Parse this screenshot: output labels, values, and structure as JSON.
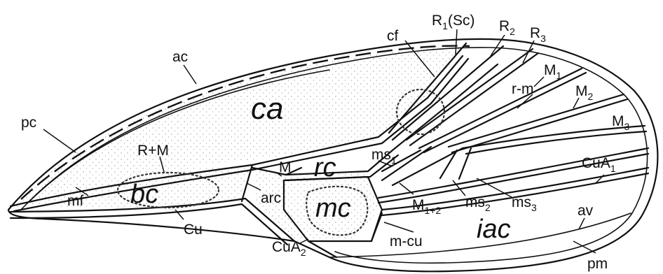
{
  "labels": {
    "R1": "R",
    "R1_sub": "1",
    "R1_tail": "(Sc)",
    "R2": "R",
    "R2_sub": "2",
    "R3": "R",
    "R3_sub": "3",
    "cf": "cf",
    "ac": "ac",
    "M1": "M",
    "M1_sub": "1",
    "M2": "M",
    "M2_sub": "2",
    "M3": "M",
    "M3_sub": "3",
    "rm": "r-m",
    "ca": "ca",
    "pc": "pc",
    "RM": "R+M",
    "M": "M",
    "rc": "rc",
    "ms1": "ms",
    "ms1_sub": "1",
    "CuA1": "CuA",
    "CuA1_sub": "1",
    "bc": "bc",
    "mf": "mf",
    "arc": "arc",
    "mc": "mc",
    "M12": "M",
    "M12_sub": "1+2",
    "ms2": "ms",
    "ms2_sub": "2",
    "ms3": "ms",
    "ms3_sub": "3",
    "av": "av",
    "Cu": "Cu",
    "CuA2": "CuA",
    "CuA2_sub": "2",
    "mcu": "m-cu",
    "iac": "iac",
    "pm": "pm"
  },
  "colors": {
    "ink": "#111111",
    "stipple": "#9a9a9a",
    "paper": "#ffffff"
  }
}
